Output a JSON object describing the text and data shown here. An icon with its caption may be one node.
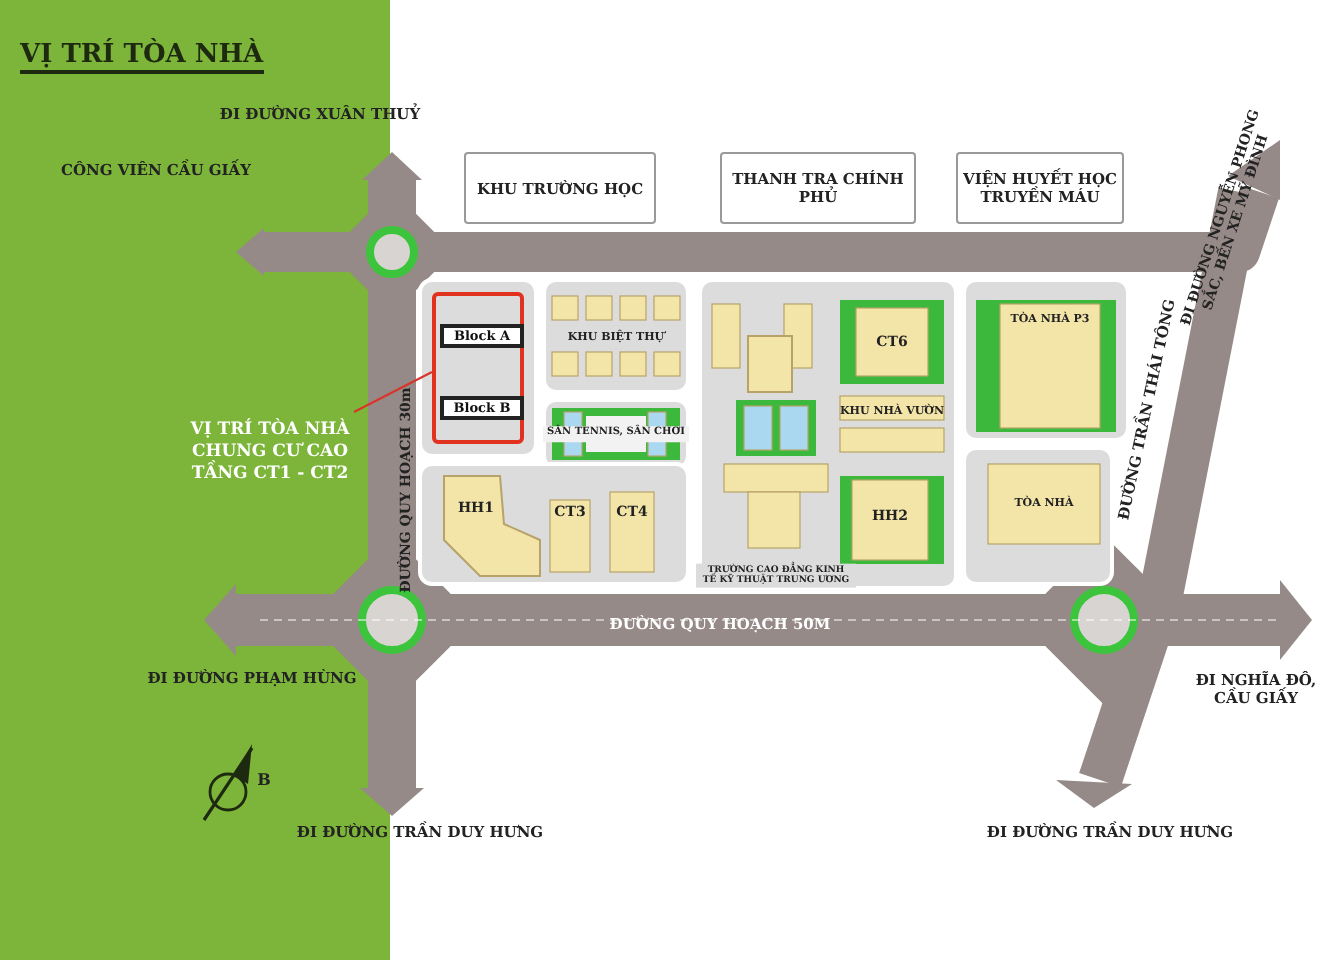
{
  "diagram": {
    "title": "VỊ TRÍ TÒA NHÀ",
    "nodes": [
      {
        "text": [
          "VỊ TRÍ TÒA NHÀ CHUNG CƯ CAO TẦNG CT1 - CT2"
        ]
      },
      {
        "text": [],
        "shape": "box"
      },
      {
        "text": [
          "Block A"
        ],
        "in": 1
      },
      {
        "text": [
          "Block B"
        ],
        "in": 1
      },
      {
        "text": [
          "KHU TRƯỜNG HỌC"
        ]
      },
      {
        "text": [
          "THANH TRA CHÍNH PHỦ"
        ]
      },
      {
        "text": [
          "VIỆN HUYẾT HỌC TRUYỀN MÁU"
        ]
      }
    ],
    "edges": [
      {
        "from": 0,
        "to": 1,
        "arrow": "none",
        "color": "#d9342b"
      }
    ],
    "labels": [
      "ĐI ĐƯỜNG XUÂN THUỶ",
      "CÔNG VIÊN CẦU GIẤY",
      "ĐI ĐƯỜNG NGUYỄN PHONG SẮC, BẾN XE MỸ ĐÌNH",
      "ĐƯỜNG QUY HOẠCH 30m",
      "KHU BIỆT THỰ",
      "CT6",
      "TÒA NHÀ P3",
      "SÂN TENNIS, SÂN CHƠI",
      "KHU NHÀ VƯỜN",
      "ĐƯỜNG TRẦN THÁI TÔNG",
      "HH1",
      "CT3",
      "CT4",
      "HH2",
      "TÒA NHÀ",
      "TRƯỜNG CAO ĐẲNG KINH TẾ KỸ THUẬT TRUNG ƯƠNG",
      "ĐƯỜNG QUY HOẠCH 50M",
      "ĐI ĐƯỜNG PHẠM HÙNG",
      "ĐI NGHĨA ĐÔ, CẦU GIẤY",
      "B",
      "ĐI ĐƯỜNG TRẦN DUY HƯNG",
      "ĐI ĐƯỜNG TRẦN DUY HƯNG"
    ]
  }
}
